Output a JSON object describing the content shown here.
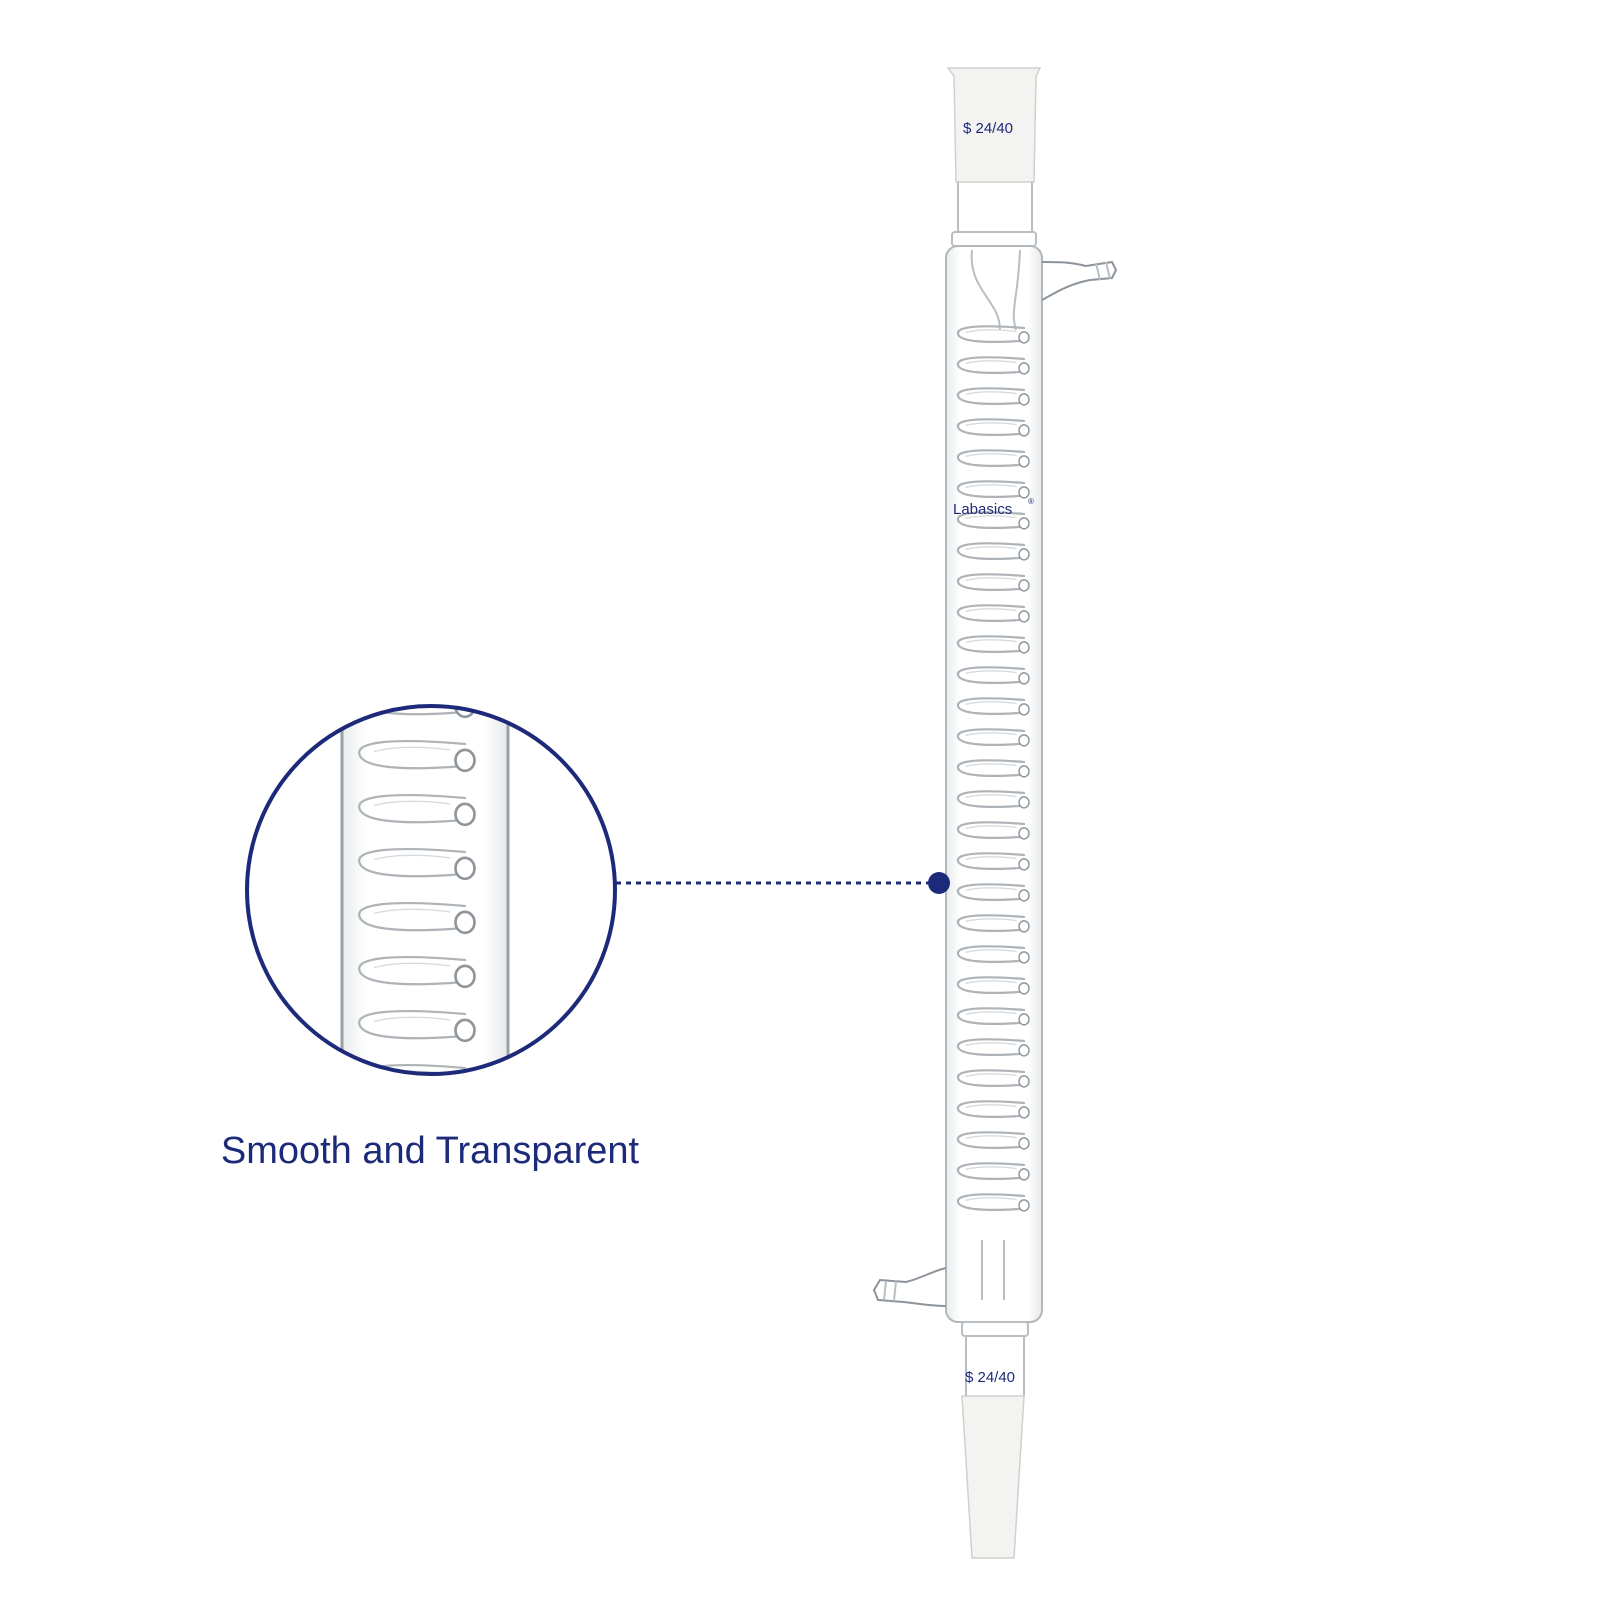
{
  "caption": "Smooth and Transparent",
  "brand": "Labasics",
  "brand_mark": "®",
  "top_joint_label": "$ 24/40",
  "bottom_joint_label": "$ 24/40",
  "colors": {
    "accent_navy": "#1d2a7a",
    "glass_outline": "#b9bec3",
    "frosted_joint": "#f3f3f1",
    "background": "#ffffff"
  },
  "icons": {
    "callout_marker": "filled-circle",
    "zoom_lens": "circle-outline"
  }
}
